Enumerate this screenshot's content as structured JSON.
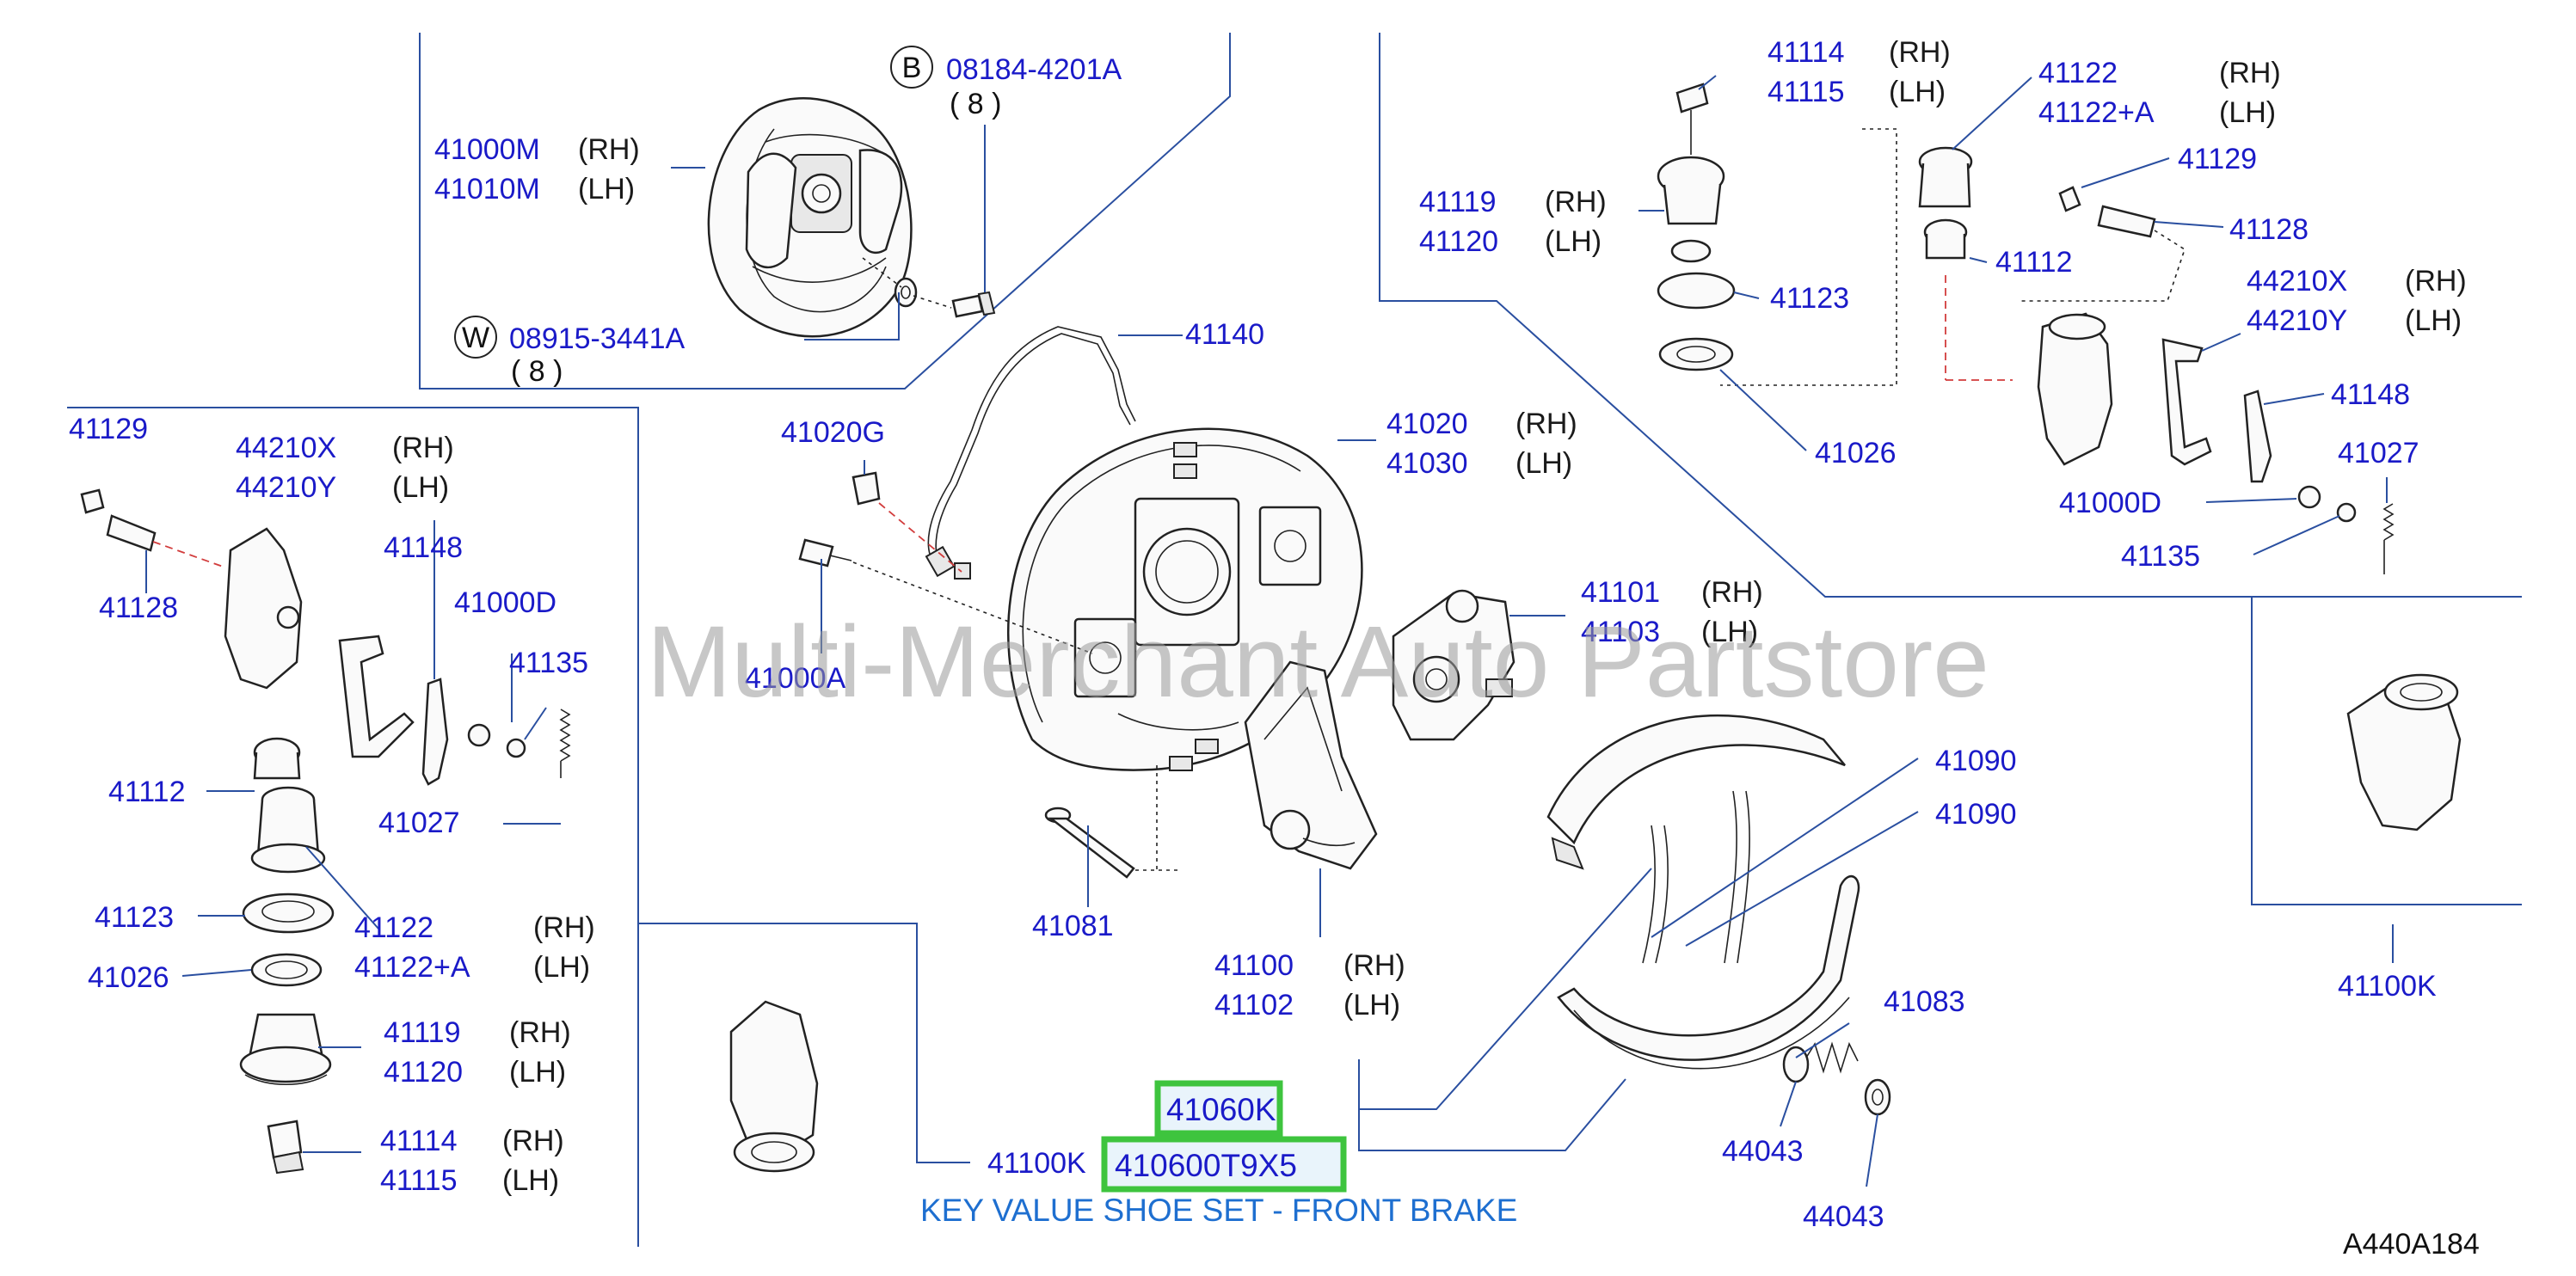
{
  "watermark": "Multi-Merchant Auto Partstore",
  "diagram_code": "A440A184",
  "key_value_caption": "KEY VALUE SHOE SET - FRONT BRAKE",
  "highlighted": {
    "part_a": "41060K",
    "part_b": "410600T9X5"
  },
  "circled": {
    "b_letter": "B",
    "b_part": "08184-4201A",
    "b_qty": "( 8 )",
    "w_letter": "W",
    "w_part": "08915-3441A",
    "w_qty": "( 8 )"
  },
  "side": {
    "rh": "(RH)",
    "lh": "(LH)"
  },
  "labels": {
    "p41000M": "41000M",
    "p41010M": "41010M",
    "p41140": "41140",
    "p41020G": "41020G",
    "p41020": "41020",
    "p41030": "41030",
    "p41000A": "41000A",
    "p41101": "41101",
    "p41103": "41103",
    "p41090a": "41090",
    "p41090b": "41090",
    "p41081": "41081",
    "p41100": "41100",
    "p41102": "41102",
    "p41083": "41083",
    "p44043a": "44043",
    "p44043b": "44043",
    "p41100K_mid": "41100K",
    "p41100K_right": "41100K",
    "l41129": "41129",
    "l41128": "41128",
    "l44210X": "44210X",
    "l44210Y": "44210Y",
    "l41148": "41148",
    "l41000D": "41000D",
    "l41135": "41135",
    "l41112": "41112",
    "l41027": "41027",
    "l41123": "41123",
    "l41122": "41122",
    "l41122A": "41122+A",
    "l41026": "41026",
    "l41119": "41119",
    "l41120": "41120",
    "l41114": "41114",
    "l41115": "41115",
    "r41114": "41114",
    "r41115": "41115",
    "r41122": "41122",
    "r41122A": "41122+A",
    "r41129": "41129",
    "r41128": "41128",
    "r41119": "41119",
    "r41120": "41120",
    "r41112": "41112",
    "r41123": "41123",
    "r44210X": "44210X",
    "r44210Y": "44210Y",
    "r41148": "41148",
    "r41027": "41027",
    "r41000D": "41000D",
    "r41135": "41135",
    "r41026": "41026"
  }
}
